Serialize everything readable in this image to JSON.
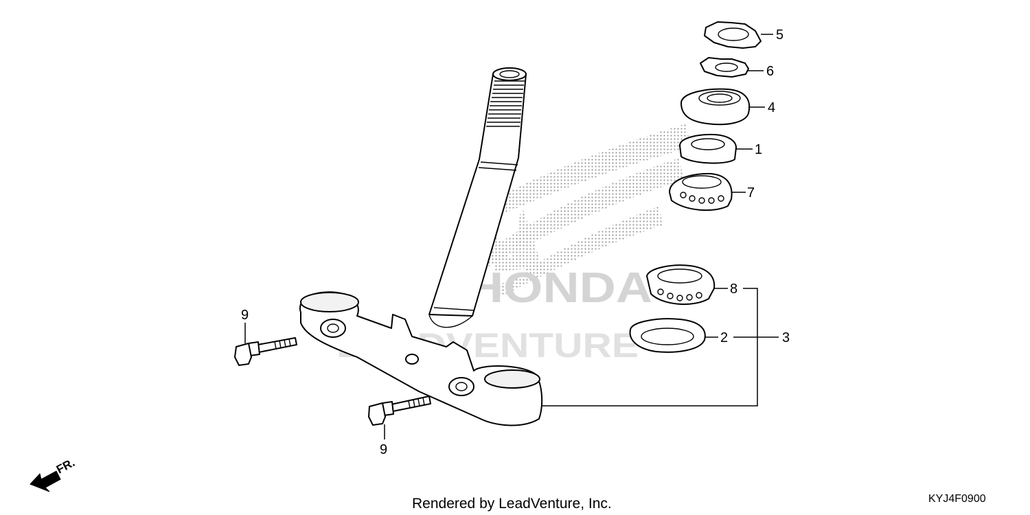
{
  "diagram": {
    "callouts": {
      "c1": "1",
      "c2": "2",
      "c3": "3",
      "c4": "4",
      "c5": "5",
      "c6": "6",
      "c7": "7",
      "c8": "8",
      "c9_upper": "9",
      "c9_lower": "9"
    },
    "direction_label": "FR.",
    "watermark": {
      "brand": "HONDA",
      "vendor": "LEADVENTURE"
    },
    "footer": {
      "credit": "Rendered by LeadVenture, Inc.",
      "diagram_code": "KYJ4F0900"
    },
    "colors": {
      "line": "#000000",
      "background": "#ffffff",
      "watermark": "#d4d4d4"
    }
  }
}
